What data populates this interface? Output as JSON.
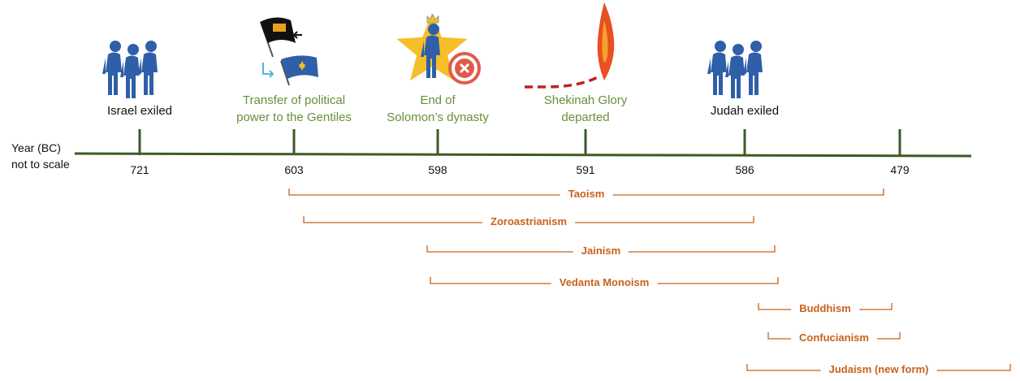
{
  "axis": {
    "label_line1": "Year (BC)",
    "label_line2": "not to scale"
  },
  "colors": {
    "axis": "#3d5a26",
    "event_text_green": "#6b8e3a",
    "span": "#c8621c",
    "person": "#2f5fa8",
    "star": "#f5bf2a",
    "cross": "#e05a4a",
    "flame": "#e8501e",
    "dash": "#c02020"
  },
  "events": [
    {
      "year": "721",
      "label": [
        "Israel exiled"
      ],
      "color": "black",
      "icon": "people-icon"
    },
    {
      "year": "603",
      "label": [
        "Transfer of political",
        "power to the Gentiles"
      ],
      "color": "green",
      "icon": "flag-transfer-icon"
    },
    {
      "year": "598",
      "label": [
        "End of",
        "Solomon’s dynasty"
      ],
      "color": "green",
      "icon": "king-cancelled-icon"
    },
    {
      "year": "591",
      "label": [
        "Shekinah Glory",
        "departed"
      ],
      "color": "green",
      "icon": "flame-icon"
    },
    {
      "year": "586",
      "label": [
        "Judah exiled"
      ],
      "color": "black",
      "icon": "people-icon"
    },
    {
      "year": "479",
      "label": [],
      "color": "black",
      "icon": ""
    }
  ],
  "spans": [
    {
      "label": "Taoism"
    },
    {
      "label": "Zoroastrianism"
    },
    {
      "label": "Jainism"
    },
    {
      "label": "Vedanta Monoism"
    },
    {
      "label": "Buddhism"
    },
    {
      "label": "Confucianism"
    },
    {
      "label": "Judaism (new form)"
    }
  ]
}
